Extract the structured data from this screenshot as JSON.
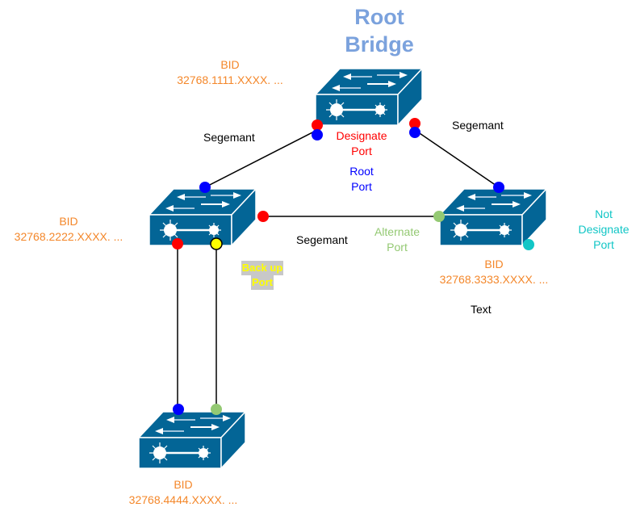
{
  "colors": {
    "switch_fill": "#036596",
    "switch_highlight": "#ffffff",
    "bid_text": "#f4872a",
    "title_text": "#7ba2dd",
    "designated": "#ff0000",
    "root_port": "#0000ff",
    "alternate": "#94c973",
    "backup": "#ffff00",
    "backup_bg": "#c8c8c8",
    "not_designated": "#11c6c6",
    "segment_text": "#000000",
    "link_line": "#000000"
  },
  "title": {
    "line1": "Root",
    "line2": "Bridge"
  },
  "switches": [
    {
      "id": "root",
      "bid_label": "BID",
      "bid_value": "32768.1111.XXXX. ..."
    },
    {
      "id": "sw2",
      "bid_label": "BID",
      "bid_value": "32768.2222.XXXX. ..."
    },
    {
      "id": "sw3",
      "bid_label": "BID",
      "bid_value": "32768.3333.XXXX. ..."
    },
    {
      "id": "sw4",
      "bid_label": "BID",
      "bid_value": "32768.4444.XXXX. ..."
    }
  ],
  "segments": [
    {
      "label": "Segemant"
    },
    {
      "label": "Segemant"
    },
    {
      "label": "Segemant"
    }
  ],
  "port_labels": {
    "designate": {
      "line1": "Designate",
      "line2": "Port"
    },
    "root": {
      "line1": "Root",
      "line2": "Port"
    },
    "alternate": {
      "line1": "Alternate",
      "line2": "Port"
    },
    "not_designate": {
      "line1": "Not",
      "line2": "Designate",
      "line3": "Port"
    },
    "backup": {
      "line1": "Back up",
      "line2": "Port"
    }
  },
  "extra_text": "Text"
}
